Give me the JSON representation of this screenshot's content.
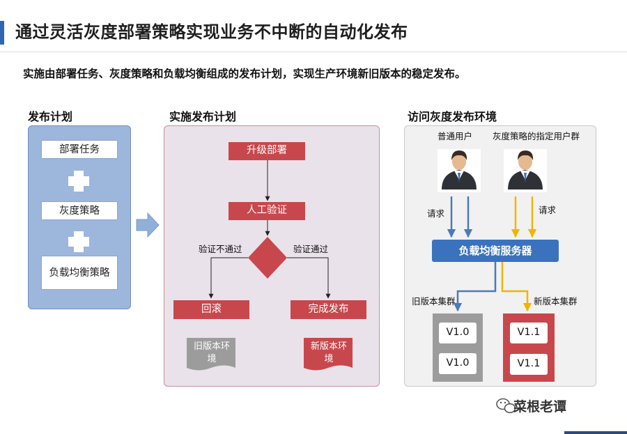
{
  "title": "通过灵活灰度部署策略实现业务不中断的自动化发布",
  "subtitle": "实施由部署任务、灰度策略和负载均衡组成的发布计划，实现生产环境新旧版本的稳定发布。",
  "plan": {
    "heading": "发布计划",
    "items": [
      "部署任务",
      "灰度策略",
      "负载均衡策略"
    ]
  },
  "exec": {
    "heading": "实施发布计划",
    "upgrade": "升级部署",
    "verify": "人工验证",
    "fail_label": "验证不通过",
    "pass_label": "验证通过",
    "rollback": "回滚",
    "complete": "完成发布",
    "old_env": "旧版本环境",
    "new_env": "新版本环境"
  },
  "access": {
    "heading": "访问灰度发布环境",
    "normal_users": "普通用户",
    "gray_users": "灰度策略的指定用户群",
    "request_left": "请求",
    "request_right": "请求",
    "lb": "负载均衡服务器",
    "old_cluster": "旧版本集群",
    "new_cluster": "新版本集群",
    "old_versions": [
      "V1.0",
      "V1.0"
    ],
    "new_versions": [
      "V1.1",
      "V1.1"
    ]
  },
  "watermark": "菜根老谭",
  "colors": {
    "accent_blue": "#2f66b3",
    "red": "#c8474d",
    "lb_blue": "#3a72bd",
    "gold": "#f0b400",
    "gray": "#9c9c9c"
  }
}
